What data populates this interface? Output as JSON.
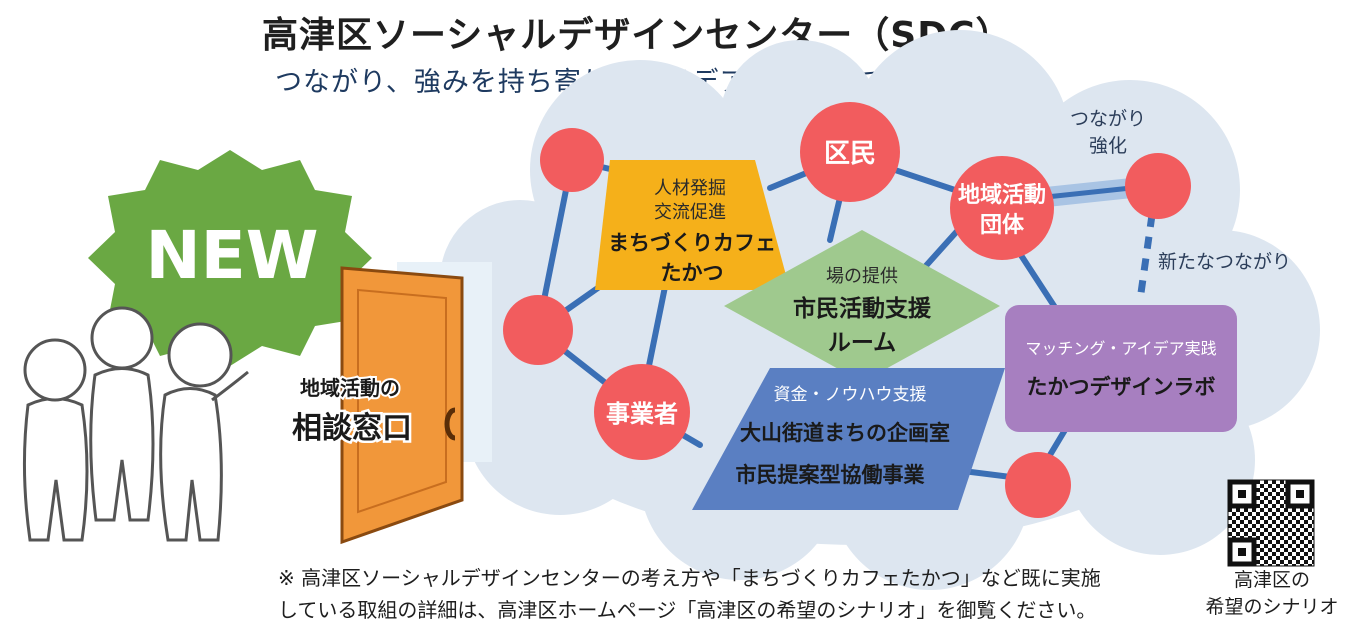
{
  "title": "高津区ソーシャルデザインセンター（SDC）",
  "subtitle": "つながり、強みを持ち寄り、アイデアをみんなで実現！",
  "new_badge": "NEW",
  "door_label": {
    "line1": "地域活動の",
    "line2": "相談窓口"
  },
  "nodes": {
    "kumin": "区民",
    "chiiki_dantai": [
      "地域活動",
      "団体"
    ],
    "jigyosha": "事業者"
  },
  "link_labels": {
    "tsunagari_kyoka": [
      "つながり",
      "強化"
    ],
    "aratana_tsunagari": "新たなつながり"
  },
  "boxes": {
    "cafe": {
      "caption": [
        "人材発掘",
        "交流促進"
      ],
      "name": [
        "まちづくりカフェ",
        "たかつ"
      ]
    },
    "room": {
      "caption": "場の提供",
      "name": [
        "市民活動支援",
        "ルーム"
      ]
    },
    "kikakushitsu": {
      "caption": "資金・ノウハウ支援",
      "name": [
        "大山街道まちの企画室",
        "市民提案型協働事業"
      ]
    },
    "designlab": {
      "caption": "マッチング・アイデア実践",
      "name": "たかつデザインラボ"
    }
  },
  "footnote": [
    "※ 高津区ソーシャルデザインセンターの考え方や「まちづくりカフェたかつ」など既に実施",
    "している取組の詳細は、高津区ホームページ「高津区の希望のシナリオ」を御覧ください。"
  ],
  "qr_caption": [
    "高津区の",
    "希望のシナリオ"
  ],
  "colors": {
    "cloud": "#dde6f0",
    "node_red": "#f25c5e",
    "connector": "#3a6fb5",
    "cafe": "#f5b01a",
    "room": "#9fc98e",
    "kikakushitsu": "#5a7fc2",
    "designlab": "#a77fc0",
    "door": "#f1973a",
    "badge": "#6aa843"
  }
}
